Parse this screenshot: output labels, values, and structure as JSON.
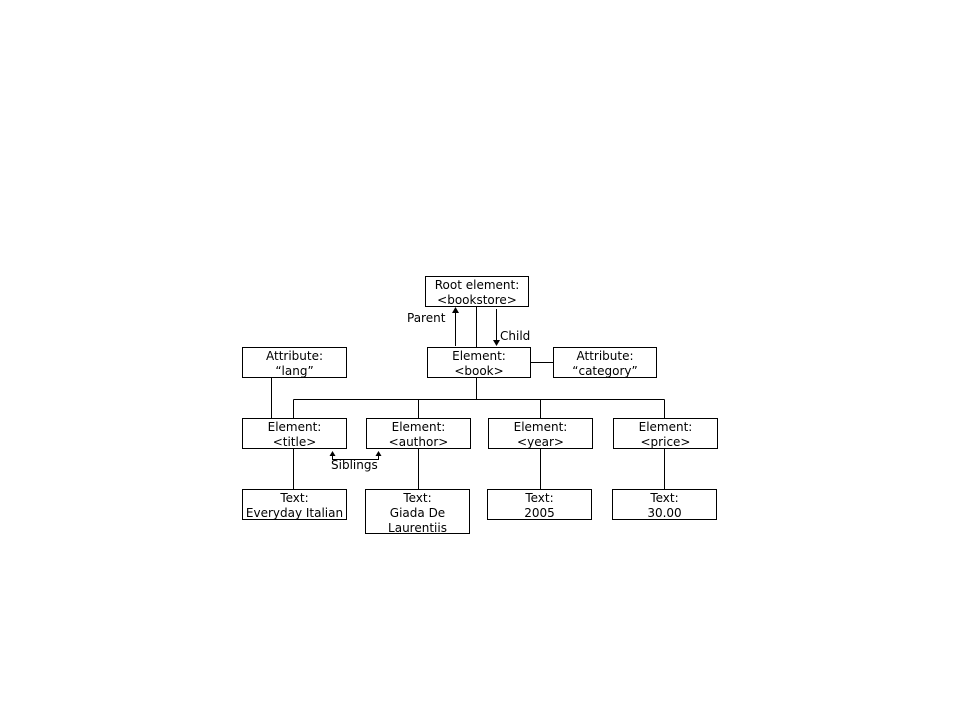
{
  "nodes": {
    "root": {
      "line1": "Root element:",
      "line2": "<bookstore>"
    },
    "book": {
      "line1": "Element:",
      "line2": "<book>"
    },
    "attr_lang": {
      "line1": "Attribute:",
      "line2": "“lang”"
    },
    "attr_category": {
      "line1": "Attribute:",
      "line2": "“category”"
    },
    "title": {
      "line1": "Element:",
      "line2": "<title>"
    },
    "author": {
      "line1": "Element:",
      "line2": "<author>"
    },
    "year": {
      "line1": "Element:",
      "line2": "<year>"
    },
    "price": {
      "line1": "Element:",
      "line2": "<price>"
    },
    "text_title": {
      "line1": "Text:",
      "line2": "Everyday Italian"
    },
    "text_author": {
      "line1": "Text:",
      "line2": "Giada De",
      "line3": "Laurentiis"
    },
    "text_year": {
      "line1": "Text:",
      "line2": "2005"
    },
    "text_price": {
      "line1": "Text:",
      "line2": "30.00"
    }
  },
  "labels": {
    "parent": "Parent",
    "child": "Child",
    "siblings": "Siblings"
  },
  "colors": {
    "line": "#000000",
    "background": "#ffffff"
  }
}
